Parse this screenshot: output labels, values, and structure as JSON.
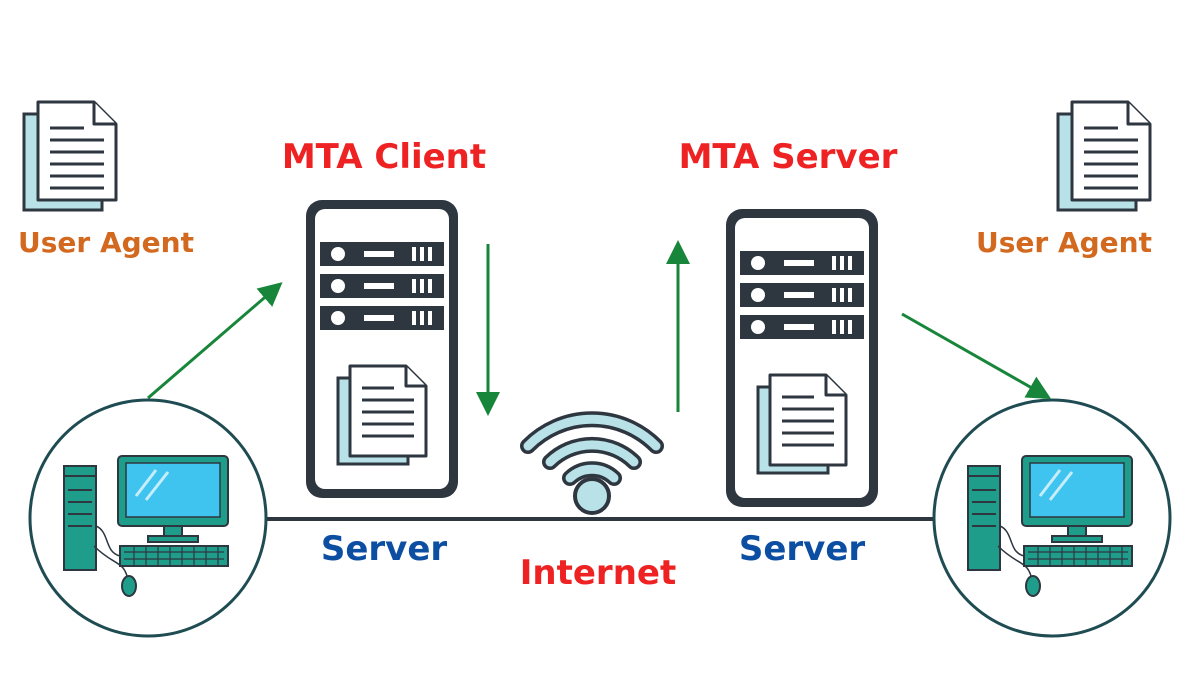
{
  "labels": {
    "user_agent_left": "User Agent",
    "user_agent_right": "User Agent",
    "mta_client": "MTA Client",
    "mta_server": "MTA Server",
    "server_left": "Server",
    "server_right": "Server",
    "internet": "Internet"
  },
  "icons": {
    "document": "document-icon",
    "server_rack": "server-rack-icon",
    "computer": "desktop-computer-icon",
    "wifi": "wifi-icon"
  },
  "colors": {
    "agent_label": "#d2691e",
    "mta_label": "#ee2222",
    "server_label": "#0b4ea2",
    "internet_label": "#ee2222",
    "arrow": "#17853a",
    "outline": "#2e3640",
    "accent_light": "#b9e2e8",
    "teal": "#1e9e8a",
    "screen": "#3fc3ef",
    "circle_outline": "#1f4c52"
  }
}
